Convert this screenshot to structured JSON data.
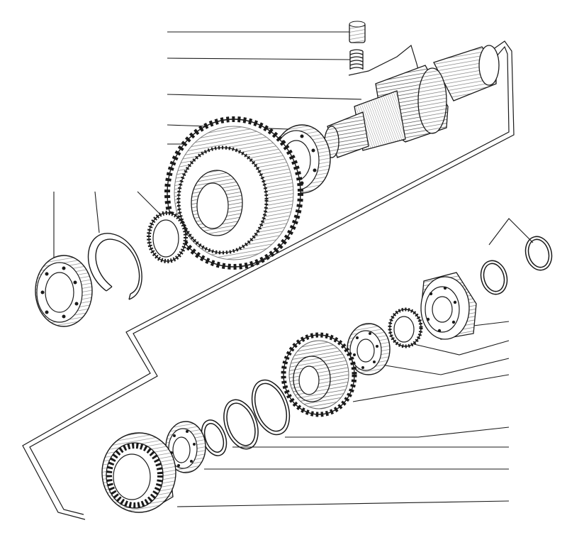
{
  "diagram": {
    "kind": "exploded-view parts illustration",
    "ink_color": "#1a1a1a",
    "paper_color": "#ffffff",
    "top_group": {
      "parts": [
        "screw-plug",
        "spring",
        "input-shaft",
        "shaft-bearing",
        "large-helical-gear",
        "needle-roller-bearing",
        "snap-ring",
        "ball-bearing"
      ]
    },
    "bottom_group": {
      "parts": [
        "shim-ring-a",
        "shim-ring-b",
        "tapered-bearing",
        "needle-bearing",
        "small-bearing",
        "double-spur-gear",
        "retaining-ring-large",
        "retaining-ring-medium",
        "retaining-ring-small",
        "bearing-race",
        "internal-ring-gear"
      ]
    },
    "callout_labels": []
  }
}
